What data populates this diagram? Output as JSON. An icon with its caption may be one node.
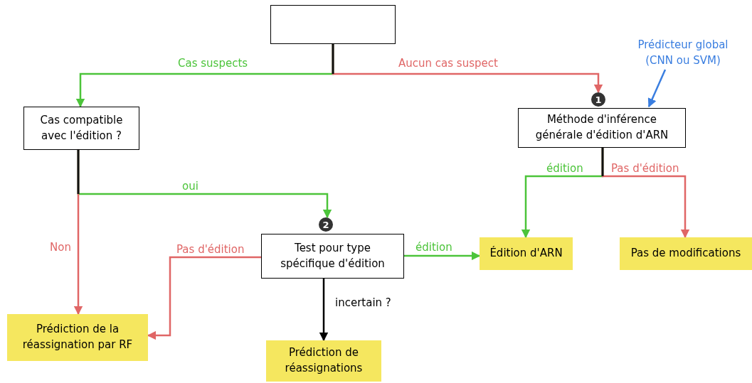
{
  "diagram": {
    "nodes": [
      {
        "text": [],
        "shape": "box"
      },
      {
        "text": [
          "Cas compatible avec l'édition ?"
        ]
      },
      {
        "text": [
          "1"
        ]
      },
      {
        "text": [
          "Méthode d'inférence générale d'édition d'ARN"
        ]
      },
      {
        "text": [
          "Prédicteur global (CNN ou SVM)"
        ]
      },
      {
        "text": [
          "2"
        ]
      },
      {
        "text": [
          "Test pour type spécifique d'édition"
        ]
      },
      {
        "text": [
          "Édition d'ARN"
        ]
      },
      {
        "text": [
          "Pas de modifications"
        ]
      },
      {
        "text": [
          "Prédiction de la réassignation par RF"
        ]
      },
      {
        "text": [
          "Prédiction de réassignations"
        ]
      }
    ],
    "edges": [
      {
        "from": 0,
        "to": 1,
        "arrow": "to",
        "label": "Cas suspects",
        "color": "#4cc43a"
      },
      {
        "from": 0,
        "to": 2,
        "arrow": "to",
        "label": "Aucun cas suspect",
        "color": "#e06666"
      },
      {
        "from": 4,
        "to": 3,
        "arrow": "to",
        "color": "#3a7ee0"
      },
      {
        "from": 1,
        "to": 5,
        "arrow": "to",
        "label": "oui",
        "color": "#4cc43a"
      },
      {
        "from": 1,
        "to": 9,
        "arrow": "to",
        "label": "Non",
        "color": "#e06666"
      },
      {
        "from": 3,
        "to": 7,
        "arrow": "to",
        "label": "édition",
        "color": "#4cc43a"
      },
      {
        "from": 3,
        "to": 8,
        "arrow": "to",
        "label": "Pas d'édition",
        "color": "#e06666"
      },
      {
        "from": 6,
        "to": 9,
        "arrow": "to",
        "label": "Pas d'édition",
        "color": "#e06666"
      },
      {
        "from": 6,
        "to": 7,
        "arrow": "to",
        "label": "édition",
        "color": "#4cc43a"
      },
      {
        "from": 6,
        "to": 10,
        "arrow": "to",
        "label": "incertain ?",
        "color": "#000000"
      }
    ]
  }
}
